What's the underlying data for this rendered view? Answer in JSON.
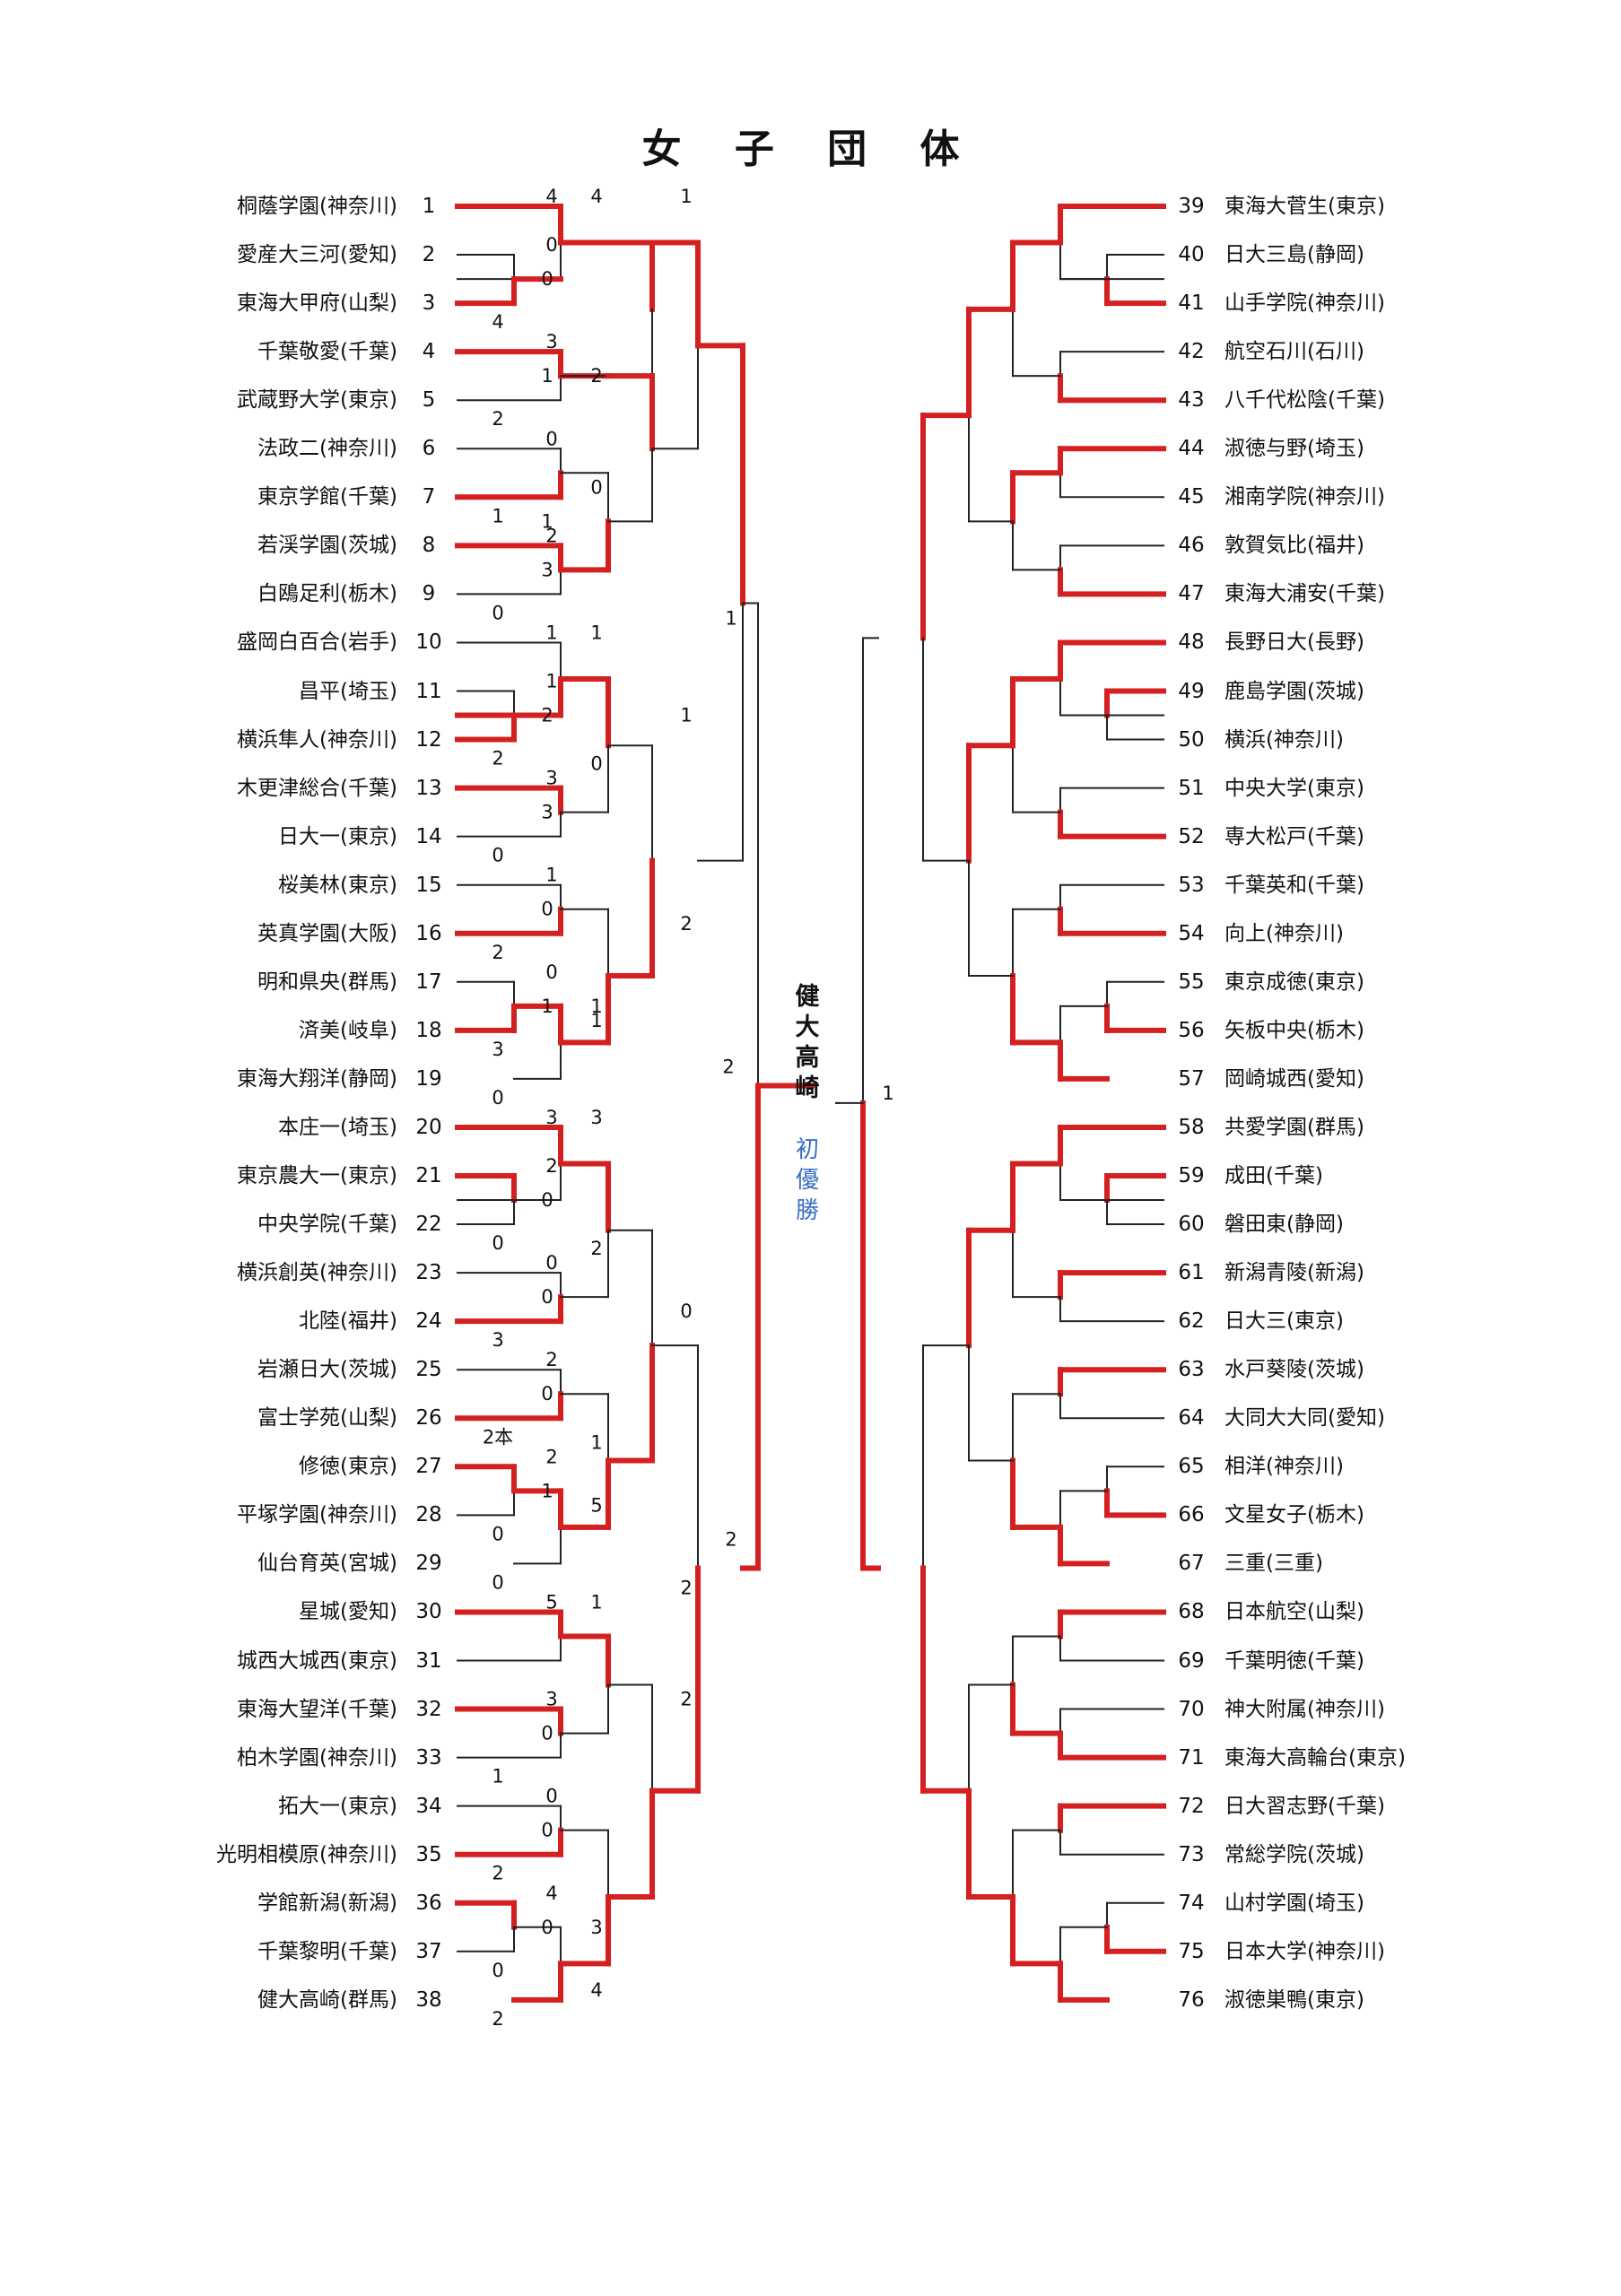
{
  "title": "女 子 団 体",
  "colors": {
    "win": "#d42020",
    "line": "#222222",
    "note": "#3b6fc4"
  },
  "left_teams": [
    {
      "seed": "1",
      "name": "桐蔭学園(神奈川)"
    },
    {
      "seed": "2",
      "name": "愛産大三河(愛知)"
    },
    {
      "seed": "3",
      "name": "東海大甲府(山梨)"
    },
    {
      "seed": "4",
      "name": "千葉敬愛(千葉)"
    },
    {
      "seed": "5",
      "name": "武蔵野大学(東京)"
    },
    {
      "seed": "6",
      "name": "法政二(神奈川)"
    },
    {
      "seed": "7",
      "name": "東京学館(千葉)"
    },
    {
      "seed": "8",
      "name": "若渓学園(茨城)"
    },
    {
      "seed": "9",
      "name": "白鴎足利(栃木)"
    },
    {
      "seed": "10",
      "name": "盛岡白百合(岩手)"
    },
    {
      "seed": "11",
      "name": "昌平(埼玉)"
    },
    {
      "seed": "12",
      "name": "横浜隼人(神奈川)"
    },
    {
      "seed": "13",
      "name": "木更津総合(千葉)"
    },
    {
      "seed": "14",
      "name": "日大一(東京)"
    },
    {
      "seed": "15",
      "name": "桜美林(東京)"
    },
    {
      "seed": "16",
      "name": "英真学園(大阪)"
    },
    {
      "seed": "17",
      "name": "明和県央(群馬)"
    },
    {
      "seed": "18",
      "name": "済美(岐阜)"
    },
    {
      "seed": "19",
      "name": "東海大翔洋(静岡)"
    },
    {
      "seed": "20",
      "name": "本庄一(埼玉)"
    },
    {
      "seed": "21",
      "name": "東京農大一(東京)"
    },
    {
      "seed": "22",
      "name": "中央学院(千葉)"
    },
    {
      "seed": "23",
      "name": "横浜創英(神奈川)"
    },
    {
      "seed": "24",
      "name": "北陸(福井)"
    },
    {
      "seed": "25",
      "name": "岩瀬日大(茨城)"
    },
    {
      "seed": "26",
      "name": "富士学苑(山梨)"
    },
    {
      "seed": "27",
      "name": "修徳(東京)"
    },
    {
      "seed": "28",
      "name": "平塚学園(神奈川)"
    },
    {
      "seed": "29",
      "name": "仙台育英(宮城)"
    },
    {
      "seed": "30",
      "name": "星城(愛知)"
    },
    {
      "seed": "31",
      "name": "城西大城西(東京)"
    },
    {
      "seed": "32",
      "name": "東海大望洋(千葉)"
    },
    {
      "seed": "33",
      "name": "柏木学園(神奈川)"
    },
    {
      "seed": "34",
      "name": "拓大一(東京)"
    },
    {
      "seed": "35",
      "name": "光明相模原(神奈川)"
    },
    {
      "seed": "36",
      "name": "学館新潟(新潟)"
    },
    {
      "seed": "37",
      "name": "千葉黎明(千葉)"
    },
    {
      "seed": "38",
      "name": "健大高崎(群馬)"
    }
  ],
  "right_teams": [
    {
      "seed": "39",
      "name": "東海大菅生(東京)"
    },
    {
      "seed": "40",
      "name": "日大三島(静岡)"
    },
    {
      "seed": "41",
      "name": "山手学院(神奈川)"
    },
    {
      "seed": "42",
      "name": "航空石川(石川)"
    },
    {
      "seed": "43",
      "name": "八千代松陰(千葉)"
    },
    {
      "seed": "44",
      "name": "淑徳与野(埼玉)"
    },
    {
      "seed": "45",
      "name": "湘南学院(神奈川)"
    },
    {
      "seed": "46",
      "name": "敦賀気比(福井)"
    },
    {
      "seed": "47",
      "name": "東海大浦安(千葉)"
    },
    {
      "seed": "48",
      "name": "長野日大(長野)"
    },
    {
      "seed": "49",
      "name": "鹿島学園(茨城)"
    },
    {
      "seed": "50",
      "name": "横浜(神奈川)"
    },
    {
      "seed": "51",
      "name": "中央大学(東京)"
    },
    {
      "seed": "52",
      "name": "専大松戸(千葉)"
    },
    {
      "seed": "53",
      "name": "千葉英和(千葉)"
    },
    {
      "seed": "54",
      "name": "向上(神奈川)"
    },
    {
      "seed": "55",
      "name": "東京成徳(東京)"
    },
    {
      "seed": "56",
      "name": "矢板中央(栃木)"
    },
    {
      "seed": "57",
      "name": "岡崎城西(愛知)"
    },
    {
      "seed": "58",
      "name": "共愛学園(群馬)"
    },
    {
      "seed": "59",
      "name": "成田(千葉)"
    },
    {
      "seed": "60",
      "name": "磐田東(静岡)"
    },
    {
      "seed": "61",
      "name": "新潟青陵(新潟)"
    },
    {
      "seed": "62",
      "name": "日大三(東京)"
    },
    {
      "seed": "63",
      "name": "水戸葵陵(茨城)"
    },
    {
      "seed": "64",
      "name": "大同大大同(愛知)"
    },
    {
      "seed": "65",
      "name": "相洋(神奈川)"
    },
    {
      "seed": "66",
      "name": "文星女子(栃木)"
    },
    {
      "seed": "67",
      "name": "三重(三重)"
    },
    {
      "seed": "68",
      "name": "日本航空(山梨)"
    },
    {
      "seed": "69",
      "name": "千葉明徳(千葉)"
    },
    {
      "seed": "70",
      "name": "神大附属(神奈川)"
    },
    {
      "seed": "71",
      "name": "東海大高輪台(東京)"
    },
    {
      "seed": "72",
      "name": "日大習志野(千葉)"
    },
    {
      "seed": "73",
      "name": "常総学院(茨城)"
    },
    {
      "seed": "74",
      "name": "山村学園(埼玉)"
    },
    {
      "seed": "75",
      "name": "日本大学(神奈川)"
    },
    {
      "seed": "76",
      "name": "淑徳巣鴨(東京)"
    }
  ],
  "champion": [
    "健",
    "大",
    "高",
    "崎"
  ],
  "champion_note": [
    "初",
    "優",
    "勝"
  ],
  "left_bracket": [
    [
      [
        1
      ],
      [
        [
          2
        ],
        [
          3
        ],
        "0",
        "4",
        "0",
        "1"
      ],
      "4",
      "0",
      "1",
      "0"
    ],
    [
      [
        [
          4
        ],
        [
          5
        ],
        "3",
        "2",
        "1",
        "0"
      ],
      [
        [
          [
            6
          ],
          [
            7
          ],
          "0",
          "1",
          "0",
          "1"
        ],
        [
          [
            8
          ],
          [
            9
          ],
          "2",
          "0",
          "1",
          "0"
        ],
        "0",
        "3",
        "0",
        "1"
      ],
      "1",
      "0",
      "1",
      "0"
    ],
    "2",
    "0",
    "1",
    "0"
  ],
  "left_scores": [
    {
      "s": "4",
      "t": 1,
      "p": "a"
    },
    {
      "s": "0",
      "t": 2,
      "p": "a"
    },
    {
      "s": "4",
      "t": 3,
      "p": "b"
    },
    {
      "s": "0",
      "t": 2,
      "p": "c"
    },
    {
      "s": "4",
      "t": 1,
      "p": "d"
    },
    {
      "s": "3",
      "t": 4,
      "p": "a"
    },
    {
      "s": "2",
      "t": 5,
      "p": "b"
    },
    {
      "s": "1",
      "t": 4,
      "p": "c"
    },
    {
      "s": "0",
      "t": 6,
      "p": "a"
    },
    {
      "s": "1",
      "t": 7,
      "p": "b"
    },
    {
      "s": "1",
      "t": 7,
      "p": "c"
    },
    {
      "s": "2",
      "t": 8,
      "p": "a"
    },
    {
      "s": "0",
      "t": 9,
      "p": "b"
    },
    {
      "s": "3",
      "t": 8,
      "p": "c"
    },
    {
      "s": "0",
      "t": 7,
      "p": "d"
    },
    {
      "s": "2",
      "t": 4,
      "p": "e"
    },
    {
      "s": "1",
      "t": 1,
      "p": "f"
    },
    {
      "s": "1",
      "t": 10,
      "p": "a"
    },
    {
      "s": "1",
      "t": 11,
      "p": "a"
    },
    {
      "s": "2",
      "t": 12,
      "p": "b"
    },
    {
      "s": "2",
      "t": 11,
      "p": "c"
    },
    {
      "s": "1",
      "t": 10,
      "p": "d"
    },
    {
      "s": "3",
      "t": 13,
      "p": "a"
    },
    {
      "s": "0",
      "t": 14,
      "p": "b"
    },
    {
      "s": "3",
      "t": 13,
      "p": "c"
    },
    {
      "s": "0",
      "t": 12,
      "p": "e"
    },
    {
      "s": "1",
      "t": 15,
      "p": "a"
    },
    {
      "s": "2",
      "t": 16,
      "p": "b"
    },
    {
      "s": "0",
      "t": 15,
      "p": "c"
    },
    {
      "s": "0",
      "t": 17,
      "p": "a"
    },
    {
      "s": "3",
      "t": 18,
      "p": "b"
    },
    {
      "s": "1",
      "t": 17,
      "p": "c"
    },
    {
      "s": "0",
      "t": 19,
      "p": "b"
    },
    {
      "s": "1",
      "t": 18,
      "p": "d"
    },
    {
      "s": "1",
      "t": 17,
      "p": "e"
    },
    {
      "s": "2",
      "t": 16,
      "p": "f"
    },
    {
      "s": "1",
      "t": 11,
      "p": "g"
    },
    {
      "s": "3",
      "t": 20,
      "p": "a"
    },
    {
      "s": "2",
      "t": 21,
      "p": "a"
    },
    {
      "s": "0",
      "t": 22,
      "p": "b"
    },
    {
      "s": "0",
      "t": 21,
      "p": "c"
    },
    {
      "s": "3",
      "t": 20,
      "p": "d"
    },
    {
      "s": "0",
      "t": 23,
      "p": "a"
    },
    {
      "s": "3",
      "t": 24,
      "p": "b"
    },
    {
      "s": "0",
      "t": 23,
      "p": "c"
    },
    {
      "s": "2",
      "t": 22,
      "p": "e"
    },
    {
      "s": "2",
      "t": 25,
      "p": "a"
    },
    {
      "s": "2本",
      "t": 26,
      "p": "b"
    },
    {
      "s": "0",
      "t": 25,
      "p": "c"
    },
    {
      "s": "2",
      "t": 27,
      "p": "a"
    },
    {
      "s": "0",
      "t": 28,
      "p": "b"
    },
    {
      "s": "1",
      "t": 27,
      "p": "c"
    },
    {
      "s": "0",
      "t": 29,
      "p": "b"
    },
    {
      "s": "5",
      "t": 28,
      "p": "d"
    },
    {
      "s": "1",
      "t": 26,
      "p": "e"
    },
    {
      "s": "0",
      "t": 24,
      "p": "f"
    },
    {
      "s": "5",
      "t": 30,
      "p": "a"
    },
    {
      "s": "3",
      "t": 32,
      "p": "a"
    },
    {
      "s": "1",
      "t": 33,
      "p": "b"
    },
    {
      "s": "0",
      "t": 32,
      "p": "c"
    },
    {
      "s": "1",
      "t": 30,
      "p": "d"
    },
    {
      "s": "0",
      "t": 34,
      "p": "a"
    },
    {
      "s": "2",
      "t": 35,
      "p": "b"
    },
    {
      "s": "0",
      "t": 34,
      "p": "c"
    },
    {
      "s": "4",
      "t": 36,
      "p": "a"
    },
    {
      "s": "0",
      "t": 37,
      "p": "b"
    },
    {
      "s": "0",
      "t": 36,
      "p": "c"
    },
    {
      "s": "2",
      "t": 38,
      "p": "b"
    },
    {
      "s": "4",
      "t": 38,
      "p": "d"
    },
    {
      "s": "3",
      "t": 36,
      "p": "e"
    },
    {
      "s": "2",
      "t": 32,
      "p": "f"
    },
    {
      "s": "2",
      "t": 29,
      "p": "g"
    },
    {
      "s": "1",
      "t": 9,
      "p": "h"
    },
    {
      "s": "2",
      "t": 28,
      "p": "h"
    }
  ],
  "final_scores": {
    "left": "2",
    "right": "1"
  }
}
